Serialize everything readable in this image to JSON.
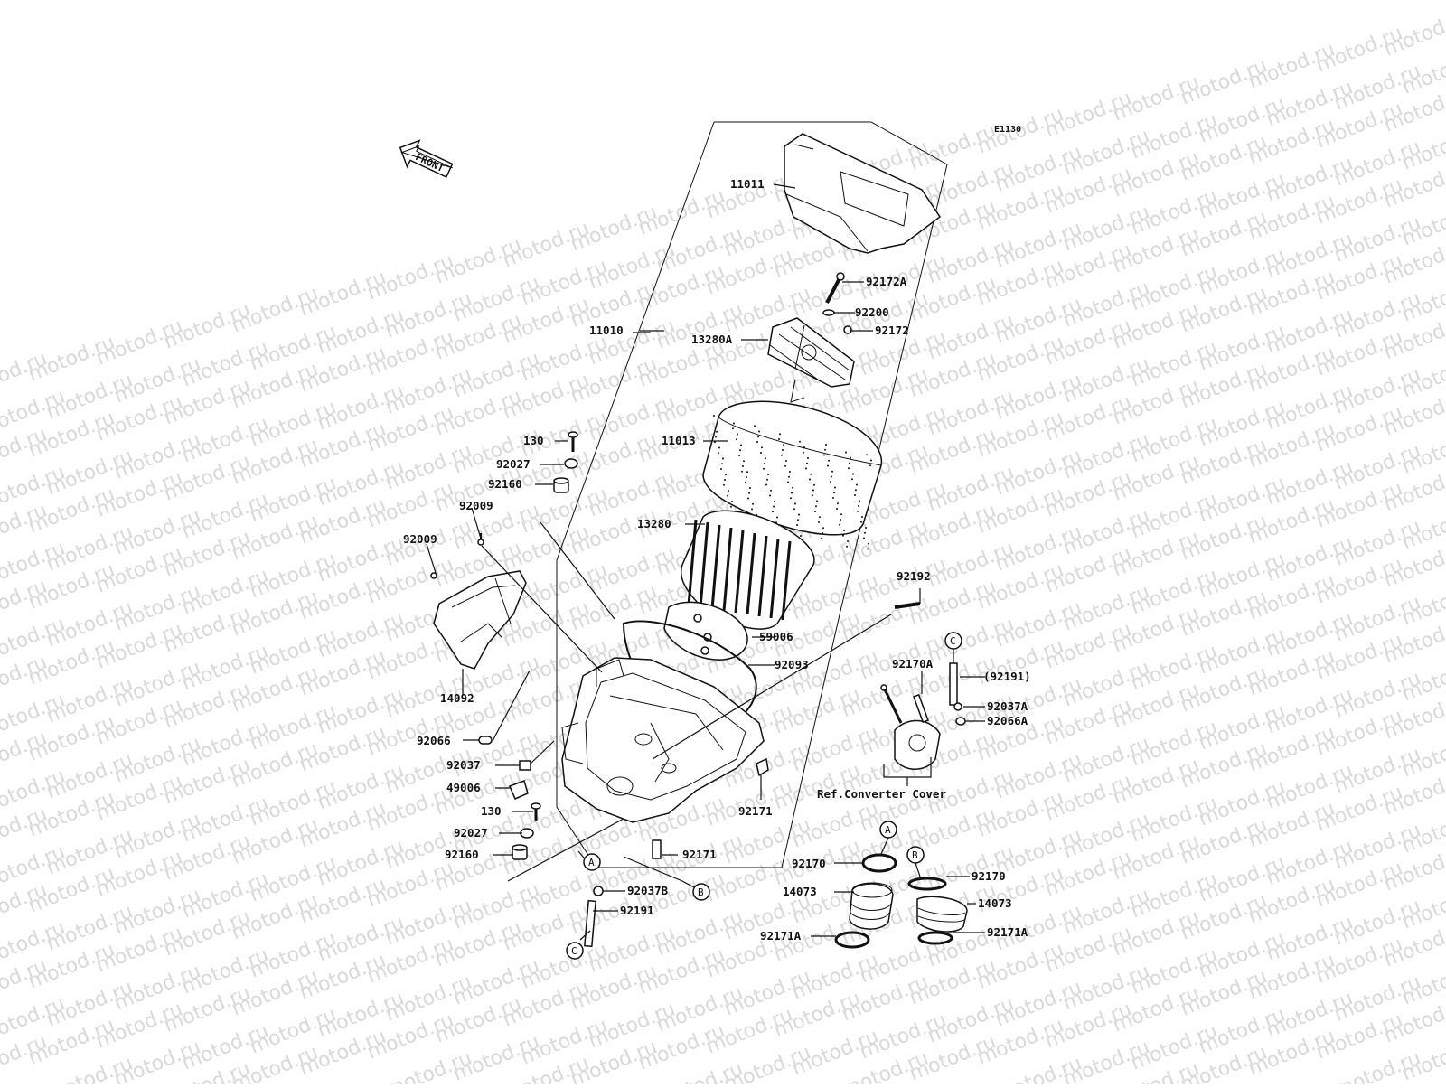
{
  "watermark": "motod.ru",
  "diagram_code": "E1130",
  "front_label": "FRONT",
  "ref_note": "Ref.Converter Cover",
  "labels": {
    "l11011": "11011",
    "l92172A": "92172A",
    "l92200": "92200",
    "l92172": "92172",
    "l11010": "11010",
    "l13280A": "13280A",
    "l11013": "11013",
    "l13280": "13280",
    "l130_top": "130",
    "l92027_top": "92027",
    "l92160_top": "92160",
    "l92009_a": "92009",
    "l92009_b": "92009",
    "l14092": "14092",
    "l92066": "92066",
    "l92037": "92037",
    "l49006": "49006",
    "l130_bot": "130",
    "l92027_bot": "92027",
    "l92160_bot": "92160",
    "l92192": "92192",
    "l59006": "59006",
    "l92093": "92093",
    "l92171_mid": "92171",
    "l92171_bot": "92171",
    "l92170A": "92170A",
    "l92191_paren": "(92191)",
    "l92037A": "92037A",
    "l92066A": "92066A",
    "l92170_left": "92170",
    "l92170_right": "92170",
    "l14073_left": "14073",
    "l14073_right": "14073",
    "l92171A_left": "92171A",
    "l92171A_right": "92171A",
    "l92037B": "92037B",
    "l92191": "92191"
  },
  "callouts": {
    "A": "A",
    "B": "B",
    "C": "C"
  }
}
